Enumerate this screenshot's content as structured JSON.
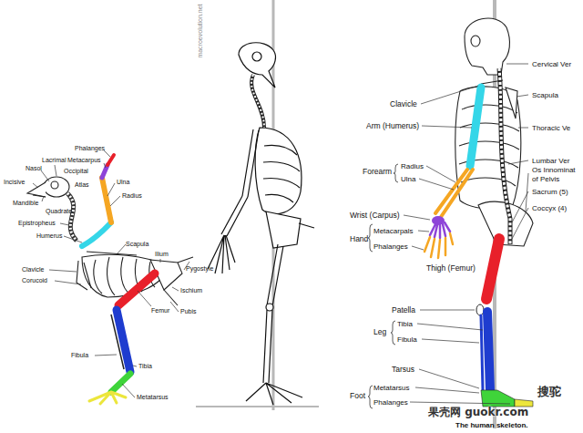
{
  "diagram": {
    "caption": "The human skeleton.",
    "labels": [
      "Lacrimal",
      "Nasol",
      "Occipital",
      "Incisive",
      "Atlas",
      "Mandible",
      "Quadrate",
      "Phalanges",
      "Metacarpus",
      "Ulna",
      "Radius",
      "Epistropheus",
      "Humerus",
      "Scapula",
      "Ilium",
      "Pygostyle",
      "Clavicle",
      "Corucoid",
      "Femur",
      "Ischium",
      "Pubis",
      "Fibula",
      "Tibia",
      "Metatarsus",
      "macroevolution.net",
      "Cervical Ver",
      "Clavicle",
      "Scapula",
      "Thoracic Ve",
      "Arm (Humerus)",
      "Lumbar Ver",
      "Os Innominat",
      "of Pelvis",
      "Forearm",
      "Radius",
      "Ulna",
      "Sacrum (5)",
      "Coccyx (4)",
      "Wrist (Carpus)",
      "Metacarpals",
      "Hand",
      "Phalanges",
      "Thigh (Femur)",
      "Patella",
      "Tibia",
      "Leg",
      "Fibula",
      "Tarsus",
      "Metatarsus",
      "Foot",
      "Phalanges",
      "果壳网 guokr.com",
      "搜驼"
    ]
  }
}
